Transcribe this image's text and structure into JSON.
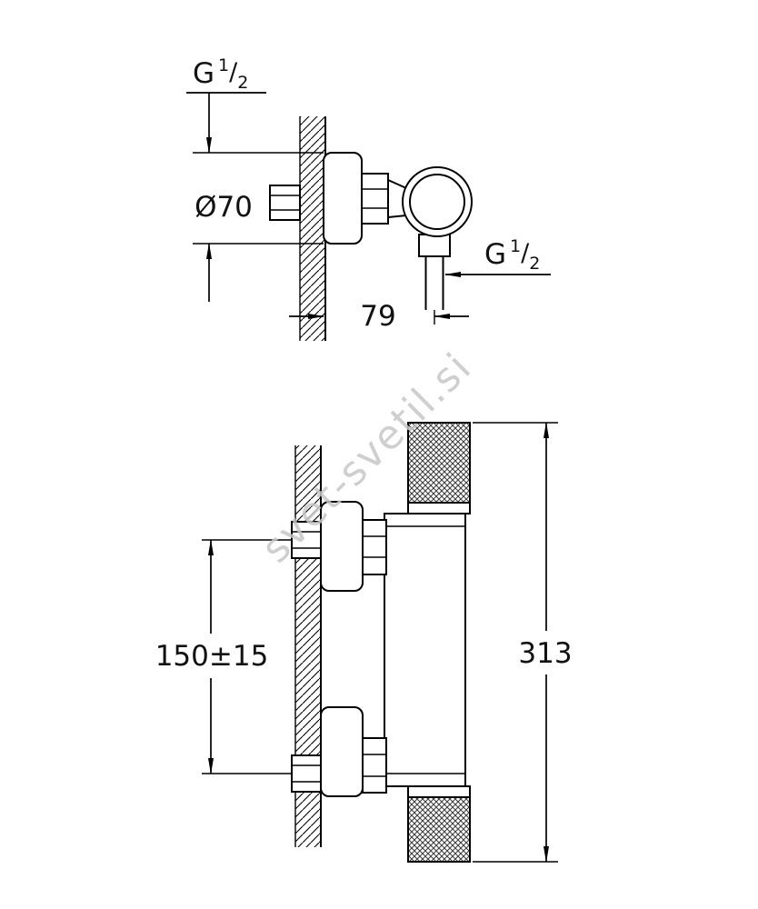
{
  "page": {
    "background_color": "#ffffff",
    "line_color": "#000000",
    "watermark_color": "#c7c7c7"
  },
  "watermark": {
    "text": "svet-svetil.si"
  },
  "top_view": {
    "thread_label_top": {
      "base": "G",
      "numerator": "1",
      "slash": "/",
      "denominator": "2"
    },
    "diameter_label": "Ø70",
    "wall_offset_label": "79",
    "thread_label_outlet": {
      "base": "G",
      "numerator": "1",
      "slash": "/",
      "denominator": "2"
    }
  },
  "front_view": {
    "connection_spacing_label": "150±15",
    "overall_height_label": "313"
  }
}
